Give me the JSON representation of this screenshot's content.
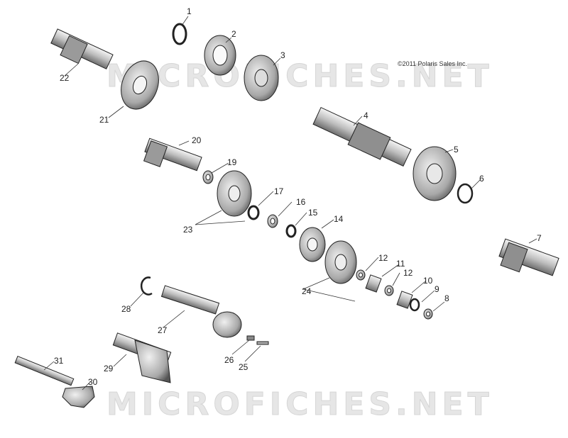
{
  "copyright": "©2011 Polaris Sales Inc.",
  "watermark": "MICROFICHES.NET",
  "callouts": [
    {
      "id": "1",
      "label": "1"
    },
    {
      "id": "2",
      "label": "2"
    },
    {
      "id": "3",
      "label": "3"
    },
    {
      "id": "4",
      "label": "4"
    },
    {
      "id": "5",
      "label": "5"
    },
    {
      "id": "6",
      "label": "6"
    },
    {
      "id": "7",
      "label": "7"
    },
    {
      "id": "8",
      "label": "8"
    },
    {
      "id": "9",
      "label": "9"
    },
    {
      "id": "10",
      "label": "10"
    },
    {
      "id": "11",
      "label": "11"
    },
    {
      "id": "12a",
      "label": "12"
    },
    {
      "id": "12b",
      "label": "12"
    },
    {
      "id": "14",
      "label": "14"
    },
    {
      "id": "15",
      "label": "15"
    },
    {
      "id": "16",
      "label": "16"
    },
    {
      "id": "17",
      "label": "17"
    },
    {
      "id": "19",
      "label": "19"
    },
    {
      "id": "20",
      "label": "20"
    },
    {
      "id": "21",
      "label": "21"
    },
    {
      "id": "22",
      "label": "22"
    },
    {
      "id": "23",
      "label": "23"
    },
    {
      "id": "24",
      "label": "24"
    },
    {
      "id": "25",
      "label": "25"
    },
    {
      "id": "26",
      "label": "26"
    },
    {
      "id": "27",
      "label": "27"
    },
    {
      "id": "28",
      "label": "28"
    },
    {
      "id": "29",
      "label": "29"
    },
    {
      "id": "30",
      "label": "30"
    },
    {
      "id": "31",
      "label": "31"
    }
  ]
}
